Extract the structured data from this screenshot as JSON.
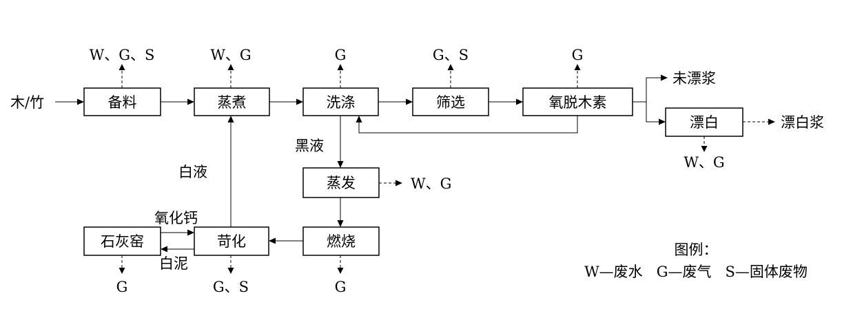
{
  "processes": {
    "prep": "备料",
    "cook": "蒸煮",
    "wash": "洗涤",
    "screen": "筛选",
    "o2delig": "氧脱木素",
    "bleach": "漂白",
    "evap": "蒸发",
    "burn": "燃烧",
    "caust": "苛化",
    "kiln": "石灰窑"
  },
  "inputs": {
    "raw": "木/竹"
  },
  "outputs": {
    "unbleached": "未漂浆",
    "bleached": "漂白浆"
  },
  "streams": {
    "black_liquor": "黑液",
    "white_liquor": "白液",
    "lime": "氧化钙",
    "lime_mud": "白泥"
  },
  "emissions": {
    "prep": "W、G、S",
    "cook": "W、G",
    "wash": "G",
    "screen": "G、S",
    "o2delig": "G",
    "bleach": "W、G",
    "evap": "W、G",
    "burn": "G",
    "caust": "G、S",
    "kiln": "G"
  },
  "legend": {
    "title": "图例：",
    "items": "W—废水   G—废气   S—固体废物"
  }
}
